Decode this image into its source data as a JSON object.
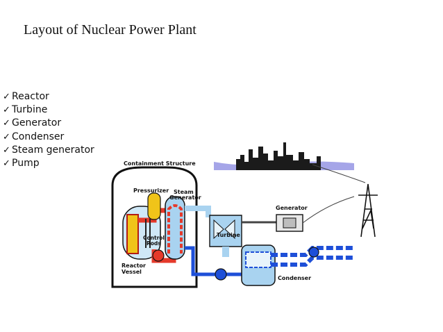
{
  "title": "Layout of Nuclear Power Plant",
  "components": [
    {
      "label": "Reactor",
      "icon": "check-icon"
    },
    {
      "label": "Turbine",
      "icon": "check-icon"
    },
    {
      "label": "Generator",
      "icon": "check-icon"
    },
    {
      "label": "Condenser",
      "icon": "check-icon"
    },
    {
      "label": "Steam generator",
      "icon": "check-icon"
    },
    {
      "label": "Pump",
      "icon": "check-icon"
    }
  ],
  "diagram": {
    "containment_label": "Containment Structure",
    "pressurizer_label": "Pressurizer",
    "steam_label": "Steam",
    "generator_line_label": "Generator",
    "control_label": "Control",
    "rods_label": "Rods",
    "reactor_label": "Reactor",
    "vessel_label": "Vessel",
    "turbine_label": "Turbine",
    "generator_label": "Generator",
    "condenser_label": "Condenser",
    "colors": {
      "primary_hot": "#e53a2b",
      "primary_cool": "#f0c419",
      "cooling_water": "#1e4fd8",
      "steam": "#a9d3f0",
      "city": "#1b1b1b",
      "river": "#5b5bd6"
    }
  }
}
